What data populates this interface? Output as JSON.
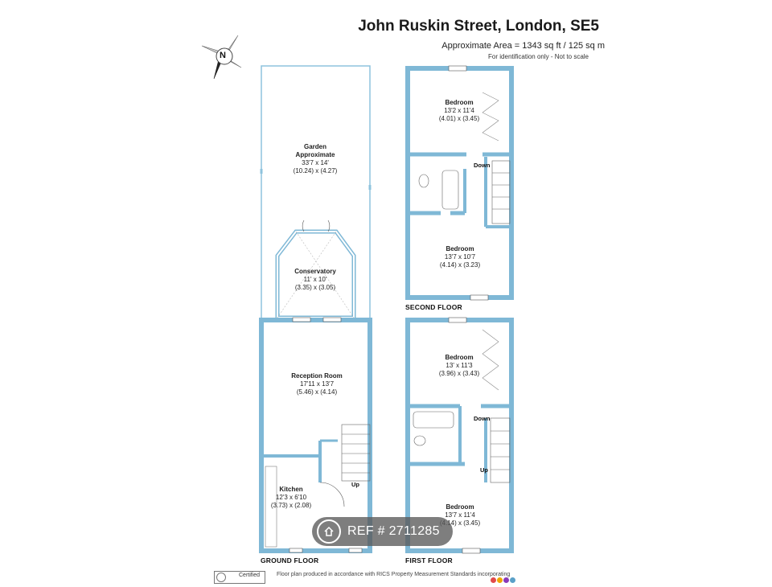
{
  "header": {
    "title": "John Ruskin Street, London, SE5",
    "area": "Approximate Area = 1343 sq ft / 125 sq m",
    "note": "For identification only - Not to scale"
  },
  "compass": {
    "label": "N"
  },
  "colors": {
    "wall": "#7fb8d6",
    "wall_dark": "#5aa0c8",
    "stroke": "#333333"
  },
  "rooms": {
    "garden": {
      "name": "Garden",
      "name2": "Approximate",
      "imperial": "33'7 x 14'",
      "metric": "(10.24) x (4.27)"
    },
    "conservatory": {
      "name": "Conservatory",
      "imperial": "11' x 10'",
      "metric": "(3.35) x (3.05)"
    },
    "reception": {
      "name": "Reception Room",
      "imperial": "17'11 x 13'7",
      "metric": "(5.46) x (4.14)"
    },
    "kitchen": {
      "name": "Kitchen",
      "imperial": "12'3 x 6'10",
      "metric": "(3.73) x (2.08)"
    },
    "second_bed1": {
      "name": "Bedroom",
      "imperial": "13'2 x 11'4",
      "metric": "(4.01) x (3.45)"
    },
    "second_bed2": {
      "name": "Bedroom",
      "imperial": "13'7 x 10'7",
      "metric": "(4.14) x (3.23)"
    },
    "first_bed1": {
      "name": "Bedroom",
      "imperial": "13' x 11'3",
      "metric": "(3.96) x (3.43)"
    },
    "first_bed2": {
      "name": "Bedroom",
      "imperial": "13'7 x 11'4",
      "metric": "(4.14) x (3.45)"
    }
  },
  "floors": {
    "ground": "GROUND FLOOR",
    "first": "FIRST FLOOR",
    "second": "SECOND FLOOR"
  },
  "stairs": {
    "ground_up": "Up",
    "first_down": "Down",
    "first_up": "Up",
    "second_down": "Down"
  },
  "watermark": {
    "text": "REF # 2711285"
  },
  "footer": {
    "badge": "Certified",
    "text": "Floor plan produced in accordance with RICS Property Measurement Standards incorporating"
  }
}
